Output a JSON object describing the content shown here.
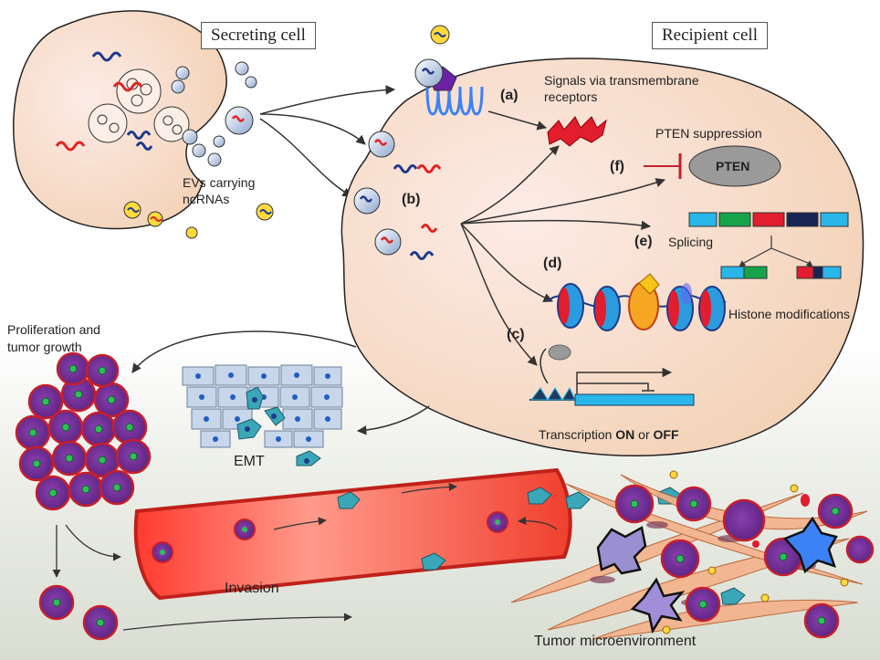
{
  "labels": {
    "secreting_cell": "Secreting cell",
    "recipient_cell": "Recipient cell",
    "evs_line1": "EVs carrying",
    "evs_line2": "ncRNAs",
    "signals_line1": "Signals via transmembrane",
    "signals_line2": "receptors",
    "pten_suppression": "PTEN suppression",
    "pten": "PTEN",
    "splicing": "Splicing",
    "histone_mod": "Histone modifications",
    "transcription_prefix": "Transcription ",
    "transcription_on": "ON",
    "transcription_or": " or ",
    "transcription_off": "OFF",
    "prolif_line1": "Proliferation and",
    "prolif_line2": "tumor growth",
    "emt": "EMT",
    "invasion": "Invasion",
    "tumor_micro": "Tumor microenvironment",
    "step_a": "(a)",
    "step_b": "(b)",
    "step_c": "(c)",
    "step_d": "(d)",
    "step_e": "(e)",
    "step_f": "(f)"
  },
  "colors": {
    "cell_fill": "#f8e2cf",
    "ev_blue": "#1f3a8a",
    "rna_red": "#e32222",
    "tumor_cell": "#6a2f8c",
    "tumor_rim": "#c51f2e",
    "nucleus": "#2fbf5a",
    "vessel": "#f25a4a",
    "migrating": "#3aa7b8",
    "exon_cyan": "#29b6e8",
    "exon_green": "#16a34a",
    "exon_red": "#e11d2e",
    "exon_navy": "#172554"
  },
  "icons": [
    "ev-vesicle",
    "receptor",
    "arrow",
    "inhibition-bar",
    "nucleosome",
    "gene-promoter"
  ]
}
